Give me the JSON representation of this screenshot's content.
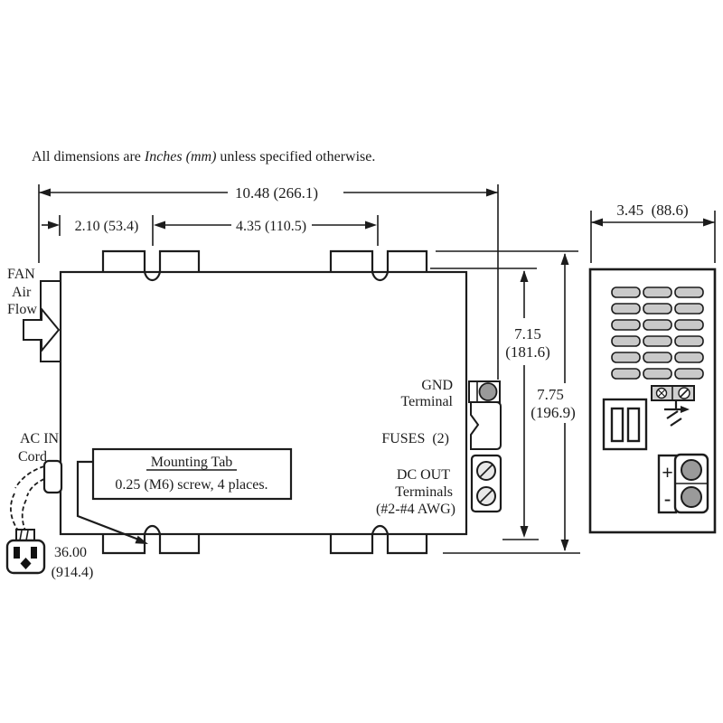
{
  "title": {
    "prefix": "All dimensions are ",
    "emphasis": "Inches (mm)",
    "suffix": " unless specified otherwise."
  },
  "dims": {
    "overall_length": "10.48 (266.1)",
    "tab_offset": "2.10 (53.4)",
    "tab_spacing": "4.35 (110.5)",
    "side_depth": "3.45  (88.6)",
    "body_height_in": "7.15",
    "body_height_mm": "(181.6)",
    "overall_height_in": "7.75",
    "overall_height_mm": "(196.9)",
    "cord_length_in": "36.00",
    "cord_length_mm": "(914.4)"
  },
  "labels": {
    "fan1": "FAN",
    "fan2": "Air",
    "fan3": "Flow",
    "ac1": "AC IN",
    "ac2": "Cord",
    "gnd1": "GND",
    "gnd2": "Terminal",
    "fuses": "FUSES  (2)",
    "dc1": "DC OUT",
    "dc2": "Terminals",
    "dc3": "(#2-#4 AWG)",
    "mount_title": "Mounting Tab",
    "mount_note": "0.25 (M6) screw, 4 places.",
    "plus": "+",
    "minus": "-"
  },
  "colors": {
    "ink": "#1c1c1c",
    "vent_fill": "#c9c9c9",
    "terminal_gray": "#9a9a9a",
    "background": "#ffffff"
  }
}
